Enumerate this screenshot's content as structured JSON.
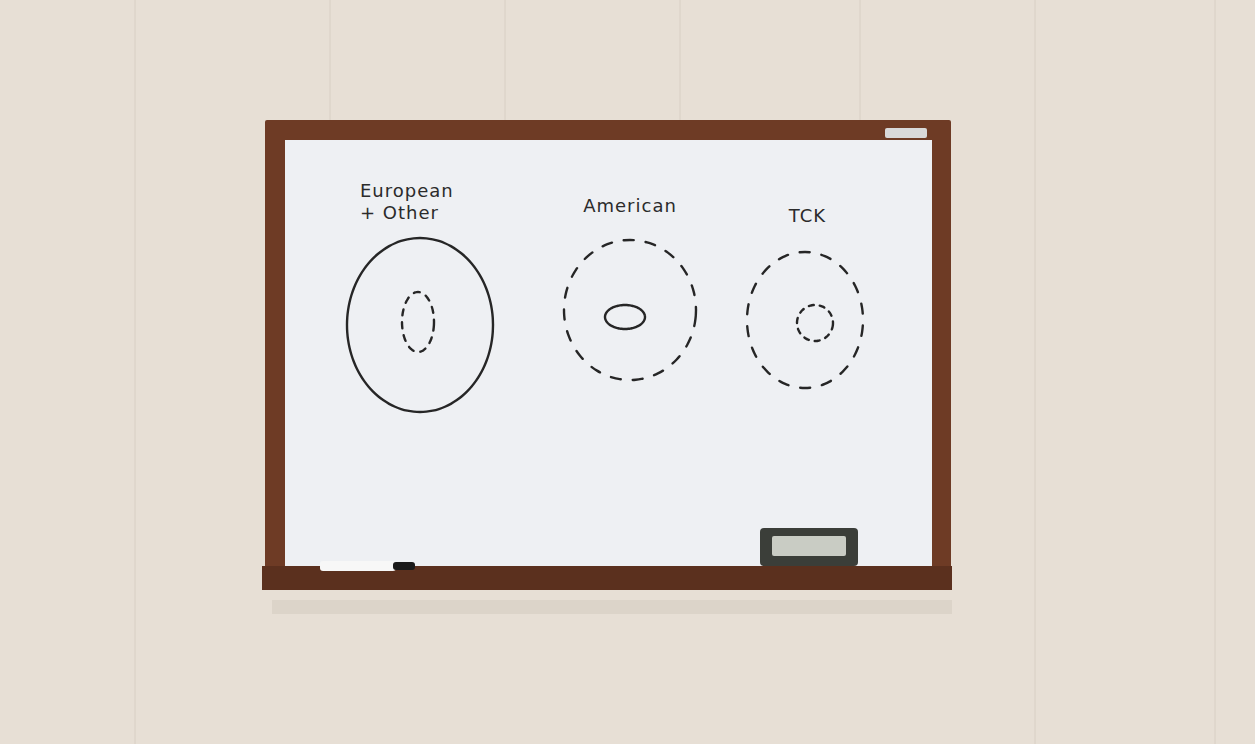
{
  "diagram": {
    "nodes": [
      {
        "text": [
          "European + Other"
        ]
      },
      {
        "text": [
          "American"
        ]
      },
      {
        "text": [
          "TCK"
        ]
      }
    ]
  }
}
